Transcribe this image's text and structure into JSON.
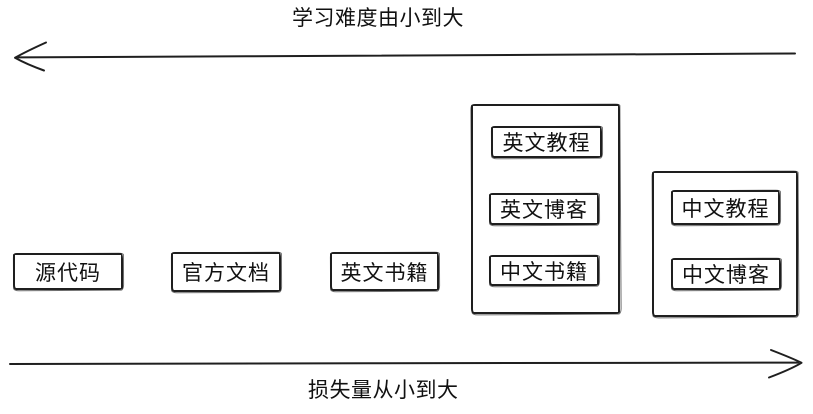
{
  "page": {
    "colors": {
      "stroke": "#1f1f1f",
      "text": "#111111",
      "bg": "#ffffff"
    }
  },
  "axes": {
    "top": {
      "label": "学习难度由小到大",
      "arrow_direction": "left"
    },
    "bottom": {
      "label": "损失量从小到大",
      "arrow_direction": "right"
    }
  },
  "nodes": [
    {
      "label": "源代码"
    },
    {
      "label": "官方文档"
    },
    {
      "label": "英文书籍"
    }
  ],
  "groups": [
    {
      "items": [
        {
          "label": "英文教程"
        },
        {
          "label": "英文博客"
        },
        {
          "label": "中文书籍"
        }
      ]
    },
    {
      "items": [
        {
          "label": "中文教程"
        },
        {
          "label": "中文博客"
        }
      ]
    }
  ]
}
